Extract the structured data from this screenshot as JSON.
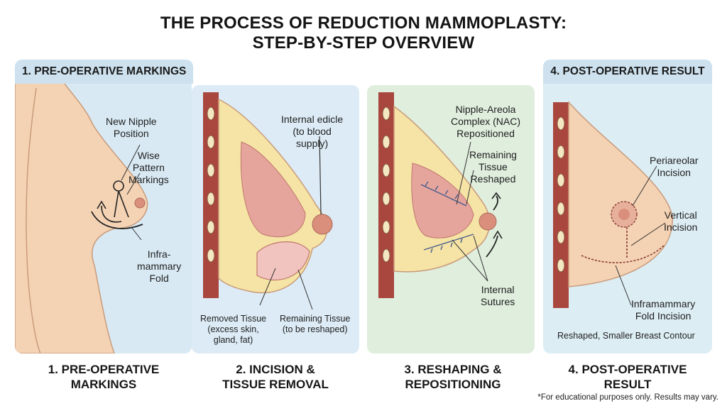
{
  "title": {
    "line1": "THE PROCESS OF REDUCTION MAMMOPLASTY:",
    "line2": "STEP-BY-STEP OVERVIEW"
  },
  "panels": [
    {
      "tab": "1. PRE-OPERATIVE MARKINGS",
      "caption": "1. PRE-OPERATIVE\nMARKINGS",
      "labels": {
        "nipple": "New Nipple\nPosition",
        "wise": "Wise\nPattern\nMarkings",
        "fold": "Infra-\nmammary\nFold"
      }
    },
    {
      "caption": "2. INCISION &\nTISSUE REMOVAL",
      "labels": {
        "pedicle": "Internal edicle\n(to blood\nsupply)",
        "removed": "Removed Tissue\n(excess skin,\ngland, fat)",
        "remaining": "Remaining Tissue\n(to be reshaped)"
      }
    },
    {
      "caption": "3. RESHAPING &\nREPOSITIONING",
      "labels": {
        "nac": "Nipple-Areola\nComplex (NAC)\nRepositioned",
        "reshaped": "Remaining\nTissue\nReshaped",
        "sutures": "Internal\nSutures"
      }
    },
    {
      "tab": "4. POST-OPERATIVE RESULT",
      "caption": "4. POST-OPERATIVE\nRESULT",
      "labels": {
        "periareolar": "Periareolar\nIncision",
        "vertical": "Vertical\nIncision",
        "fold_incision": "Inframammary\nFold Incision",
        "contour": "Reshaped, Smaller Breast Contour"
      }
    }
  ],
  "footnote": "*For educational purposes only. Results may vary.",
  "colors": {
    "skin": "#f4d3b4",
    "skin_outline": "#c99a7a",
    "muscle": "#a9473f",
    "fat": "#f5e4a6",
    "gland": "#e5a59d",
    "areola": "#d98f7c",
    "marking": "#222222"
  }
}
